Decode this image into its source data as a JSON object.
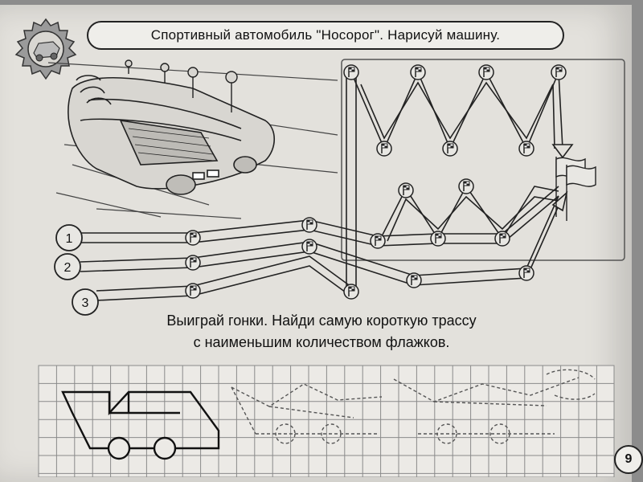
{
  "header": {
    "title": "Спортивный автомобиль \"Носорог\". Нарисуй машину."
  },
  "tracks": {
    "labels": [
      "1",
      "2",
      "3"
    ]
  },
  "instructions": {
    "line1": "Выиграй гонки. Найди самую короткую трассу",
    "line2": "с наименьшим количеством флажков."
  },
  "footer": {
    "page_number": "9"
  },
  "icons": {
    "gear": "gear-emblem-icon",
    "flag": "checkered-flag-icon"
  },
  "colors": {
    "page": "#e3e1dc",
    "ink": "#222222",
    "grid": "#8a8a8a",
    "background": "#8c8c8c"
  }
}
